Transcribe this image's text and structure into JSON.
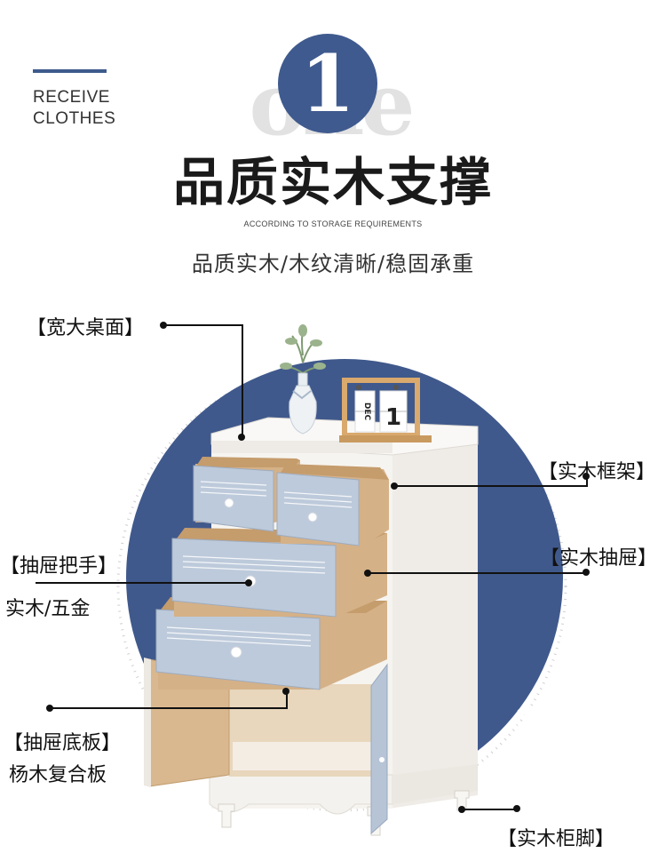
{
  "header": {
    "eyebrow_line1": "RECEIVE",
    "eyebrow_line2": "CLOTHES",
    "badge_number": "1",
    "watermark_word": "one",
    "title": "品质实木支撑",
    "caption": "ACCORDING TO STORAGE REQUIREMENTS",
    "subtitle": "品质实木/木纹清晰/稳固承重"
  },
  "product": {
    "calendar_month": "DEC",
    "calendar_day": "1"
  },
  "callouts": {
    "tabletop": "【宽大桌面】",
    "frame": "【实木框架】",
    "handle": "【抽屉把手】",
    "handle_sub": "实木/五金",
    "drawer": "【实木抽屉】",
    "bottom": "【抽屉底板】",
    "bottom_sub": "杨木复合板",
    "foot": "【实木柜脚】"
  },
  "colors": {
    "accent": "#3f5a8e",
    "circle": "#40598c",
    "drawer_front": "#b9c7d8",
    "wood": "#d7b48a",
    "cabinet": "#f4f2ee"
  }
}
